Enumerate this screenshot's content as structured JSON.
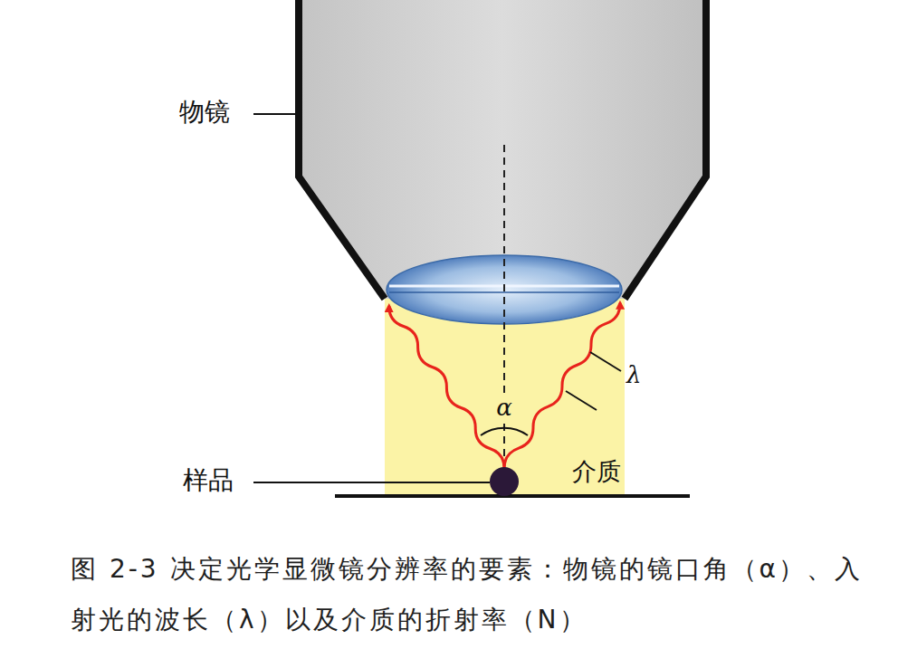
{
  "diagram": {
    "caption": "图 2-3  决定光学显微镜分辨率的要素：物镜的镜口角（α）、入射光的波长（λ）以及介质的折射率（N）",
    "nodes": [
      {
        "text": [
          "介质"
        ]
      }
    ],
    "labels": [
      "物镜",
      "α",
      "λ",
      "样品"
    ]
  }
}
